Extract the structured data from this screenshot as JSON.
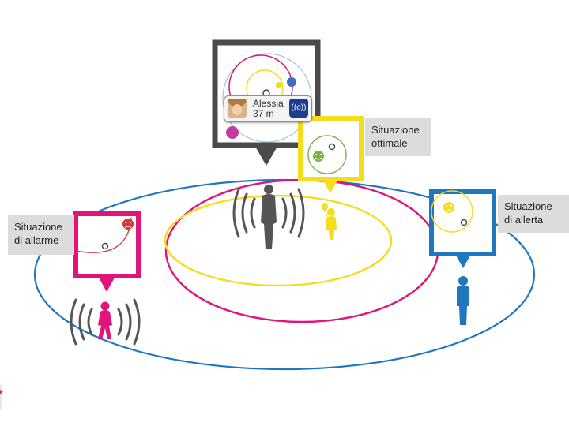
{
  "labels": {
    "optimal": [
      "Situazione",
      "ottimale"
    ],
    "alert": [
      "Situazione",
      "di allerta"
    ],
    "alarm": [
      "Situazione",
      "di allarme"
    ]
  },
  "device_card": {
    "name": "Alessia",
    "distance": "37 m",
    "signal_symbol": "((o))"
  },
  "colors": {
    "optimal_zone": "#f5dc1e",
    "alert_zone": "#e0147a",
    "alarm_zone": "#1f78be",
    "device_frame": "#4a4a4a",
    "optimal_face": "#7cb342",
    "alarm_face": "#d23a3a",
    "label_bg": "#dcdcdc"
  },
  "icons": {
    "signal_waves": "signal-waves-icon",
    "smiley": "smiley-icon",
    "sad_face": "sad-face-icon",
    "broadcast": "broadcast-icon"
  }
}
